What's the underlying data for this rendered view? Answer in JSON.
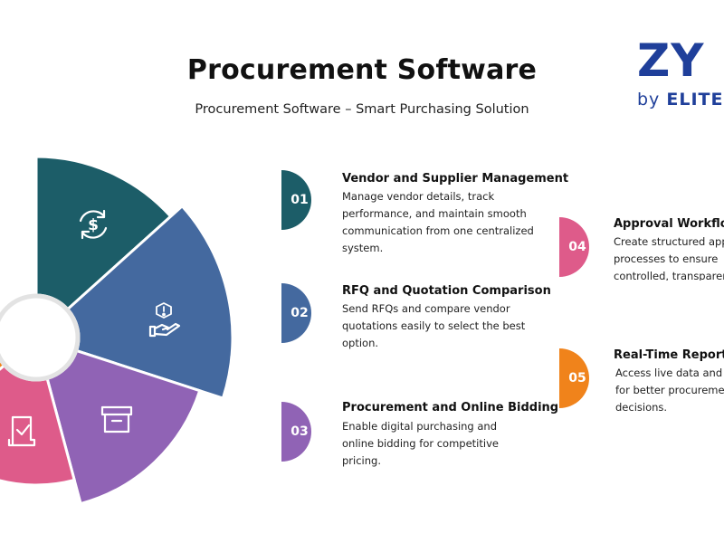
{
  "header": {
    "title": "Procurement Software",
    "subtitle": "Procurement Software – Smart Purchasing Solution"
  },
  "logo": {
    "mark": "ZY",
    "sub_prefix": "by",
    "sub_name": "ELITE"
  },
  "wheel": {
    "segments": [
      {
        "name": "vendor-management",
        "color": "#1c5d68",
        "icon": "dollar-refresh-icon"
      },
      {
        "name": "rfq-quotation",
        "color": "#44699f",
        "icon": "hand-alert-icon"
      },
      {
        "name": "online-bidding",
        "color": "#9063b5",
        "icon": "archive-box-icon"
      },
      {
        "name": "approval-workflow",
        "color": "#de5b8a",
        "icon": "checked-document-icon"
      },
      {
        "name": "real-time-reports",
        "color": "#f0831b",
        "icon": ""
      }
    ]
  },
  "steps": [
    {
      "number": "01",
      "title": "Vendor and Supplier Management",
      "description": "Manage vendor details, track performance, and maintain smooth communication from one centralized system.",
      "color": "#1c5d68"
    },
    {
      "number": "02",
      "title": "RFQ and Quotation Comparison",
      "description": "Send RFQs and compare vendor quotations easily to select the best option.",
      "color": "#44699f"
    },
    {
      "number": "03",
      "title": "Procurement and Online Bidding",
      "description": "Enable digital purchasing and online bidding for competitive pricing.",
      "color": "#9063b5"
    },
    {
      "number": "04",
      "title": "Approval Workflow",
      "description": "Create structured approval processes to ensure controlled, transparent purchasing.",
      "color": "#de5b8a"
    },
    {
      "number": "05",
      "title": "Real-Time Reports",
      "description": "Access live data and reports for better procurement decisions.",
      "color": "#f0831b"
    }
  ]
}
